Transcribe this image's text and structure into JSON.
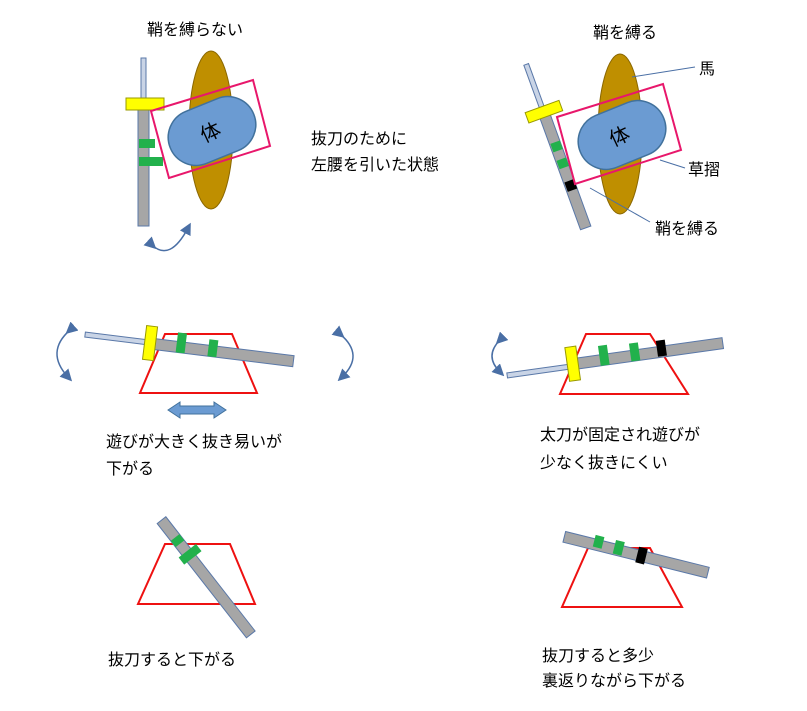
{
  "panels": {
    "top_left": {
      "title": "鞘を縛らない",
      "body_label": "体",
      "caption_lines": [
        "抜刀のために",
        "左腰を引いた状態"
      ]
    },
    "top_right": {
      "title": "鞘を縛る",
      "body_label": "体",
      "label_horse": "馬",
      "label_kusazuri": "草摺",
      "label_tie": "鞘を縛る"
    },
    "mid_left": {
      "caption_lines": [
        "遊びが大きく抜き易いが",
        "下がる"
      ]
    },
    "mid_right": {
      "caption_lines": [
        "太刀が固定され遊びが",
        "少なく抜きにくい"
      ]
    },
    "bottom_left": {
      "caption_lines": [
        "抜刀すると下がる"
      ]
    },
    "bottom_right": {
      "caption_lines": [
        "抜刀すると多少",
        "裏返りながら下がる"
      ]
    }
  },
  "colors": {
    "horse": "#bf8f00",
    "body_fill": "#6b9bd2",
    "body_stroke": "#41719c",
    "frame_magenta": "#e8176b",
    "trapezoid_red": "#ee1111",
    "scabbard": "#a6a6a6",
    "scabbard_stroke": "#7f7f7f",
    "blade": "#c9d4e6",
    "blade_stroke": "#5a78a8",
    "guard": "#ffff00",
    "band": "#22b14c",
    "tie_black": "#000000",
    "arrow": "#4a6fa5"
  }
}
